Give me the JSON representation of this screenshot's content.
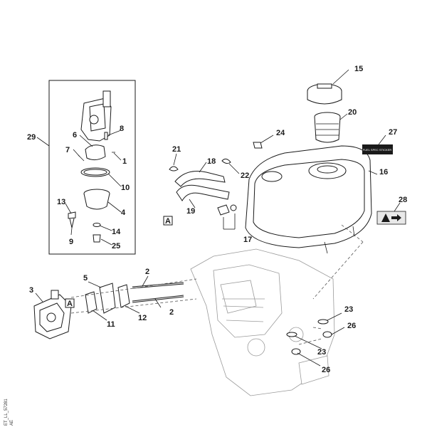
{
  "callouts": {
    "c1": "1",
    "c2a": "2",
    "c2b": "2",
    "c3": "3",
    "c4": "4",
    "c5": "5",
    "c6": "6",
    "c7": "7",
    "c8": "8",
    "c9": "9",
    "c10": "10",
    "c11": "11",
    "c12": "12",
    "c13": "13",
    "c14": "14",
    "c15": "15",
    "c16": "16",
    "c17": "17",
    "c18": "18",
    "c19": "19",
    "c20": "20",
    "c21": "21",
    "c22": "22",
    "c23a": "23",
    "c23b": "23",
    "c24": "24",
    "c25": "25",
    "c26a": "26",
    "c26b": "26",
    "c27": "27",
    "c28": "28",
    "c29": "29"
  },
  "markers": {
    "a1": "A",
    "a2": "A"
  },
  "label_27_text": "FUEL SPEC STICKER",
  "side_code": "ET_LL_57281",
  "side_code2": "AE"
}
